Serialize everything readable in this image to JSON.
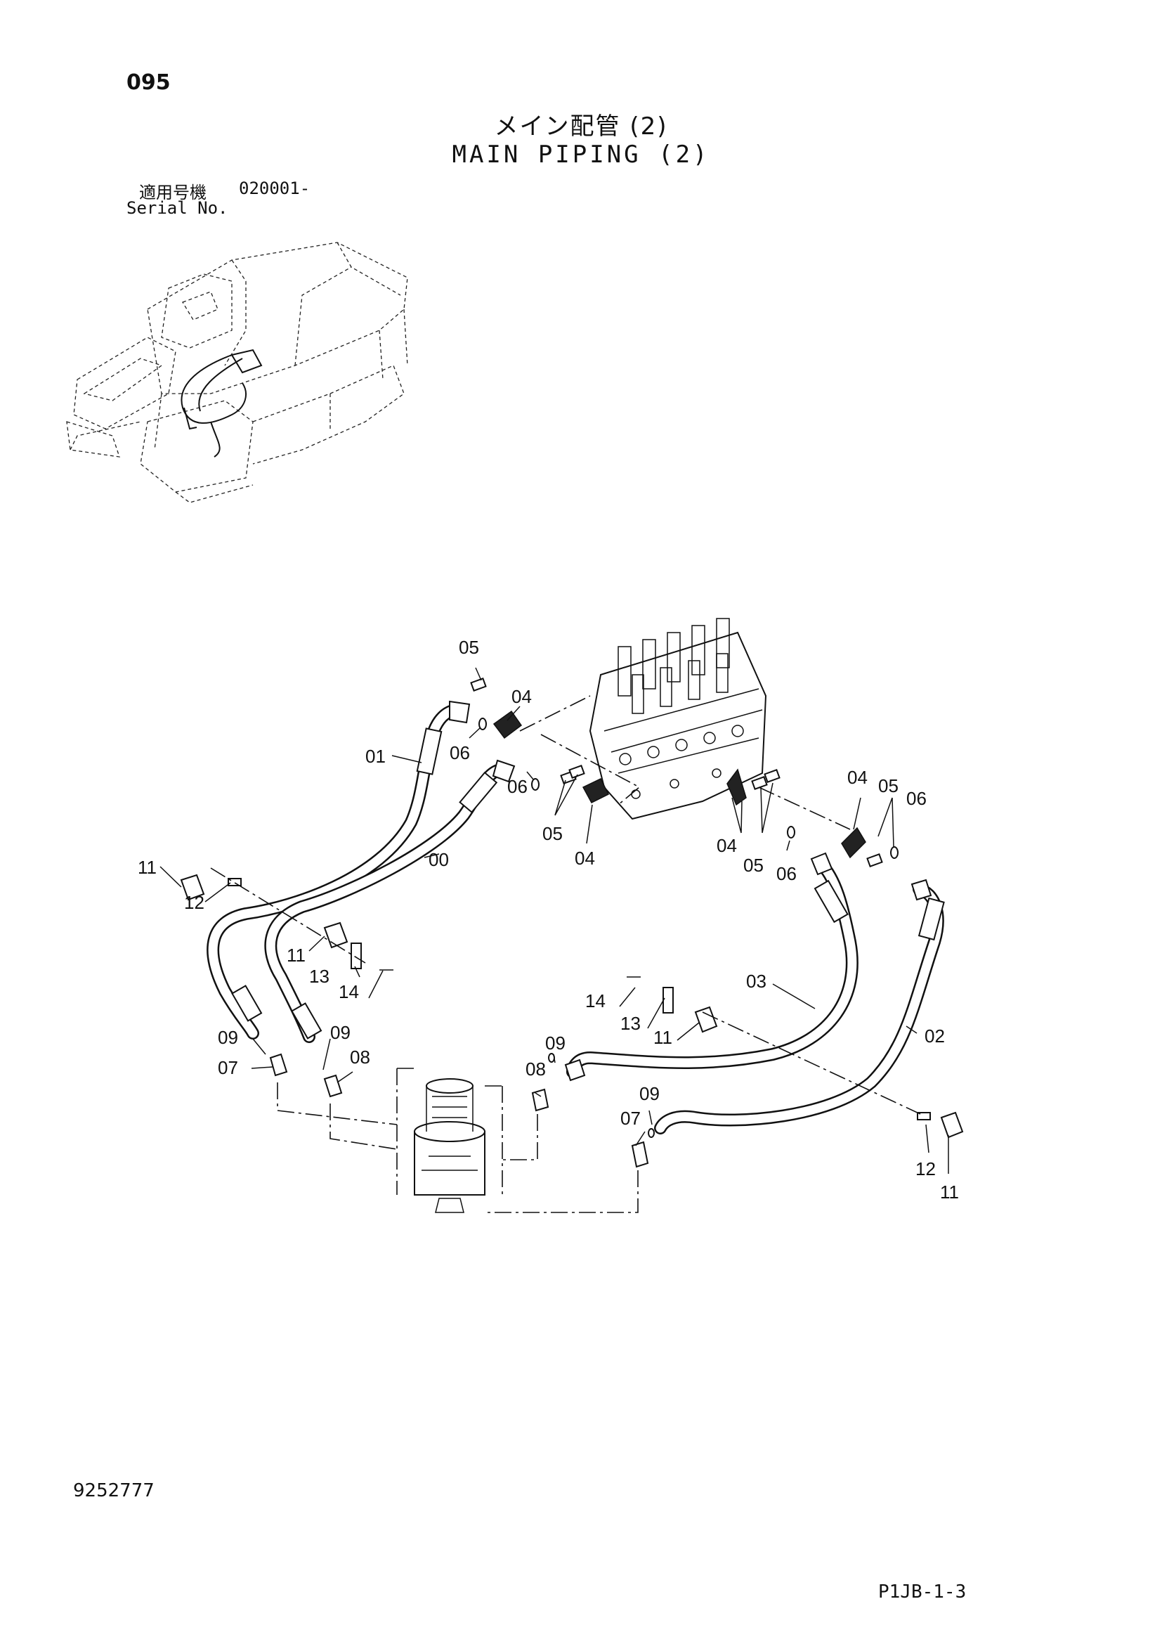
{
  "header": {
    "page_number": "095",
    "title_jp": "メイン配管 (2)",
    "title_en": "MAIN PIPING (2)",
    "serial_label_jp": "適用号機",
    "serial_value": "020001-",
    "serial_label_en": "Serial No."
  },
  "callouts": {
    "c00": "00",
    "c01": "01",
    "c02": "02",
    "c03": "03",
    "c04a": "04",
    "c04b": "04",
    "c04c": "04",
    "c04d": "04",
    "c05a": "05",
    "c05b": "05",
    "c05c": "05",
    "c05d": "05",
    "c06a": "06",
    "c06b": "06",
    "c06c": "06",
    "c06d": "06",
    "c07a": "07",
    "c07b": "07",
    "c08a": "08",
    "c08b": "08",
    "c09a": "09",
    "c09b": "09",
    "c09c": "09",
    "c09d": "09",
    "c11a": "11",
    "c11b": "11",
    "c11c": "11",
    "c11d": "11",
    "c12a": "12",
    "c12b": "12",
    "c13a": "13",
    "c13b": "13",
    "c14a": "14",
    "c14b": "14"
  },
  "footer": {
    "drawing_number": "9252777",
    "sheet_code": "P1JB-1-3"
  }
}
